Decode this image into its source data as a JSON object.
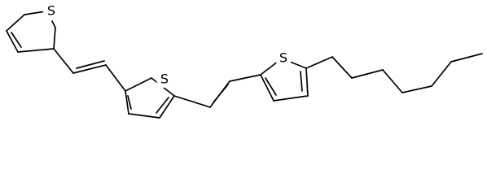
{
  "molecule": {
    "atom_labels": {
      "s1": "S",
      "s2": "S",
      "s3": "S"
    }
  }
}
